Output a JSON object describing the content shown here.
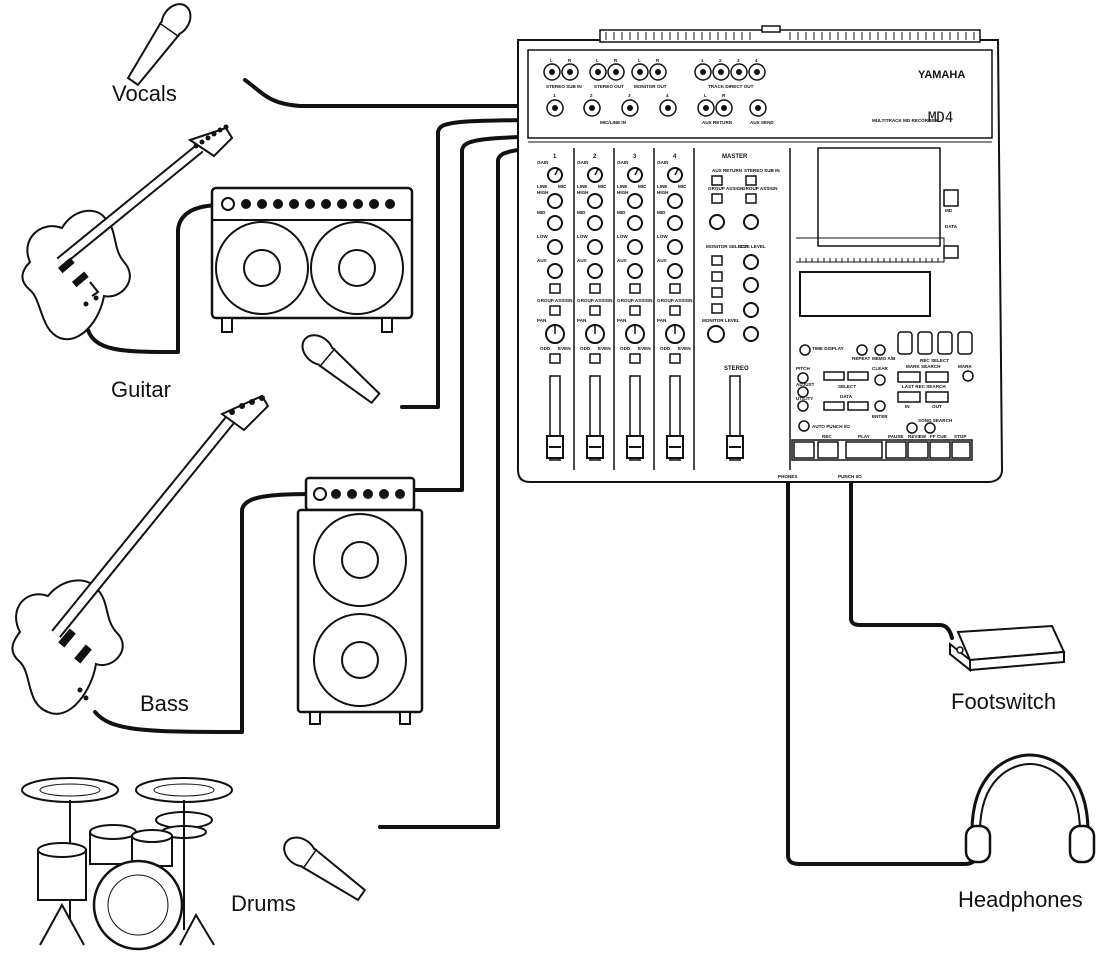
{
  "labels": {
    "vocals": "Vocals",
    "guitar": "Guitar",
    "bass": "Bass",
    "drums": "Drums",
    "footswitch": "Footswitch",
    "headphones": "Headphones"
  },
  "device": {
    "brand": "YAMAHA",
    "model": "MD4",
    "model_caption": "MULTITRACK MD RECORDER",
    "jacks_top": [
      "STEREO SUB IN",
      "STEREO OUT",
      "MONITOR OUT",
      "TRACK DIRECT OUT"
    ],
    "jacks_second": [
      "MIC/LINE IN",
      "AUX RETURN",
      "AUX SEND"
    ],
    "input_numbers": [
      "1",
      "2",
      "3",
      "4"
    ],
    "lr": [
      "L",
      "R"
    ],
    "master_title": "MASTER",
    "aux_return": "AUX RETURN",
    "stereo_sub_in": "STEREO SUB IN",
    "group_assign": "GROUP ASSIGN",
    "monitor_select": "MONITOR SELECT",
    "cue_level": "CUE LEVEL",
    "monitor_level": "MONITOR LEVEL",
    "stereo": "STEREO",
    "channel_knobs": [
      "GAIN",
      "HIGH",
      "MID",
      "LOW",
      "AUX"
    ],
    "line_mic": [
      "LINE",
      "MIC"
    ],
    "pan": "PAN",
    "pan_ends": [
      "ODD",
      "EVEN"
    ],
    "front_buttons": [
      "TIME DISPLAY",
      "REPEAT",
      "MEMO A/B",
      "REC SELECT",
      "PITCH",
      "ADJUST",
      "UTILITY",
      "SELECT",
      "DATA",
      "CLEAR",
      "ENTER",
      "MARK SEARCH",
      "MARK",
      "LAST REC SEARCH",
      "IN",
      "OUT",
      "AUTO PUNCH I/O",
      "SONG SEARCH"
    ],
    "transport": [
      "REC",
      "PLAY",
      "PAUSE",
      "REVIEW",
      "FF CUE",
      "STOP"
    ],
    "bottom_jacks": [
      "PHONES",
      "PUNCH I/O"
    ],
    "md_logo": "MD",
    "data_logo": "DATA"
  }
}
